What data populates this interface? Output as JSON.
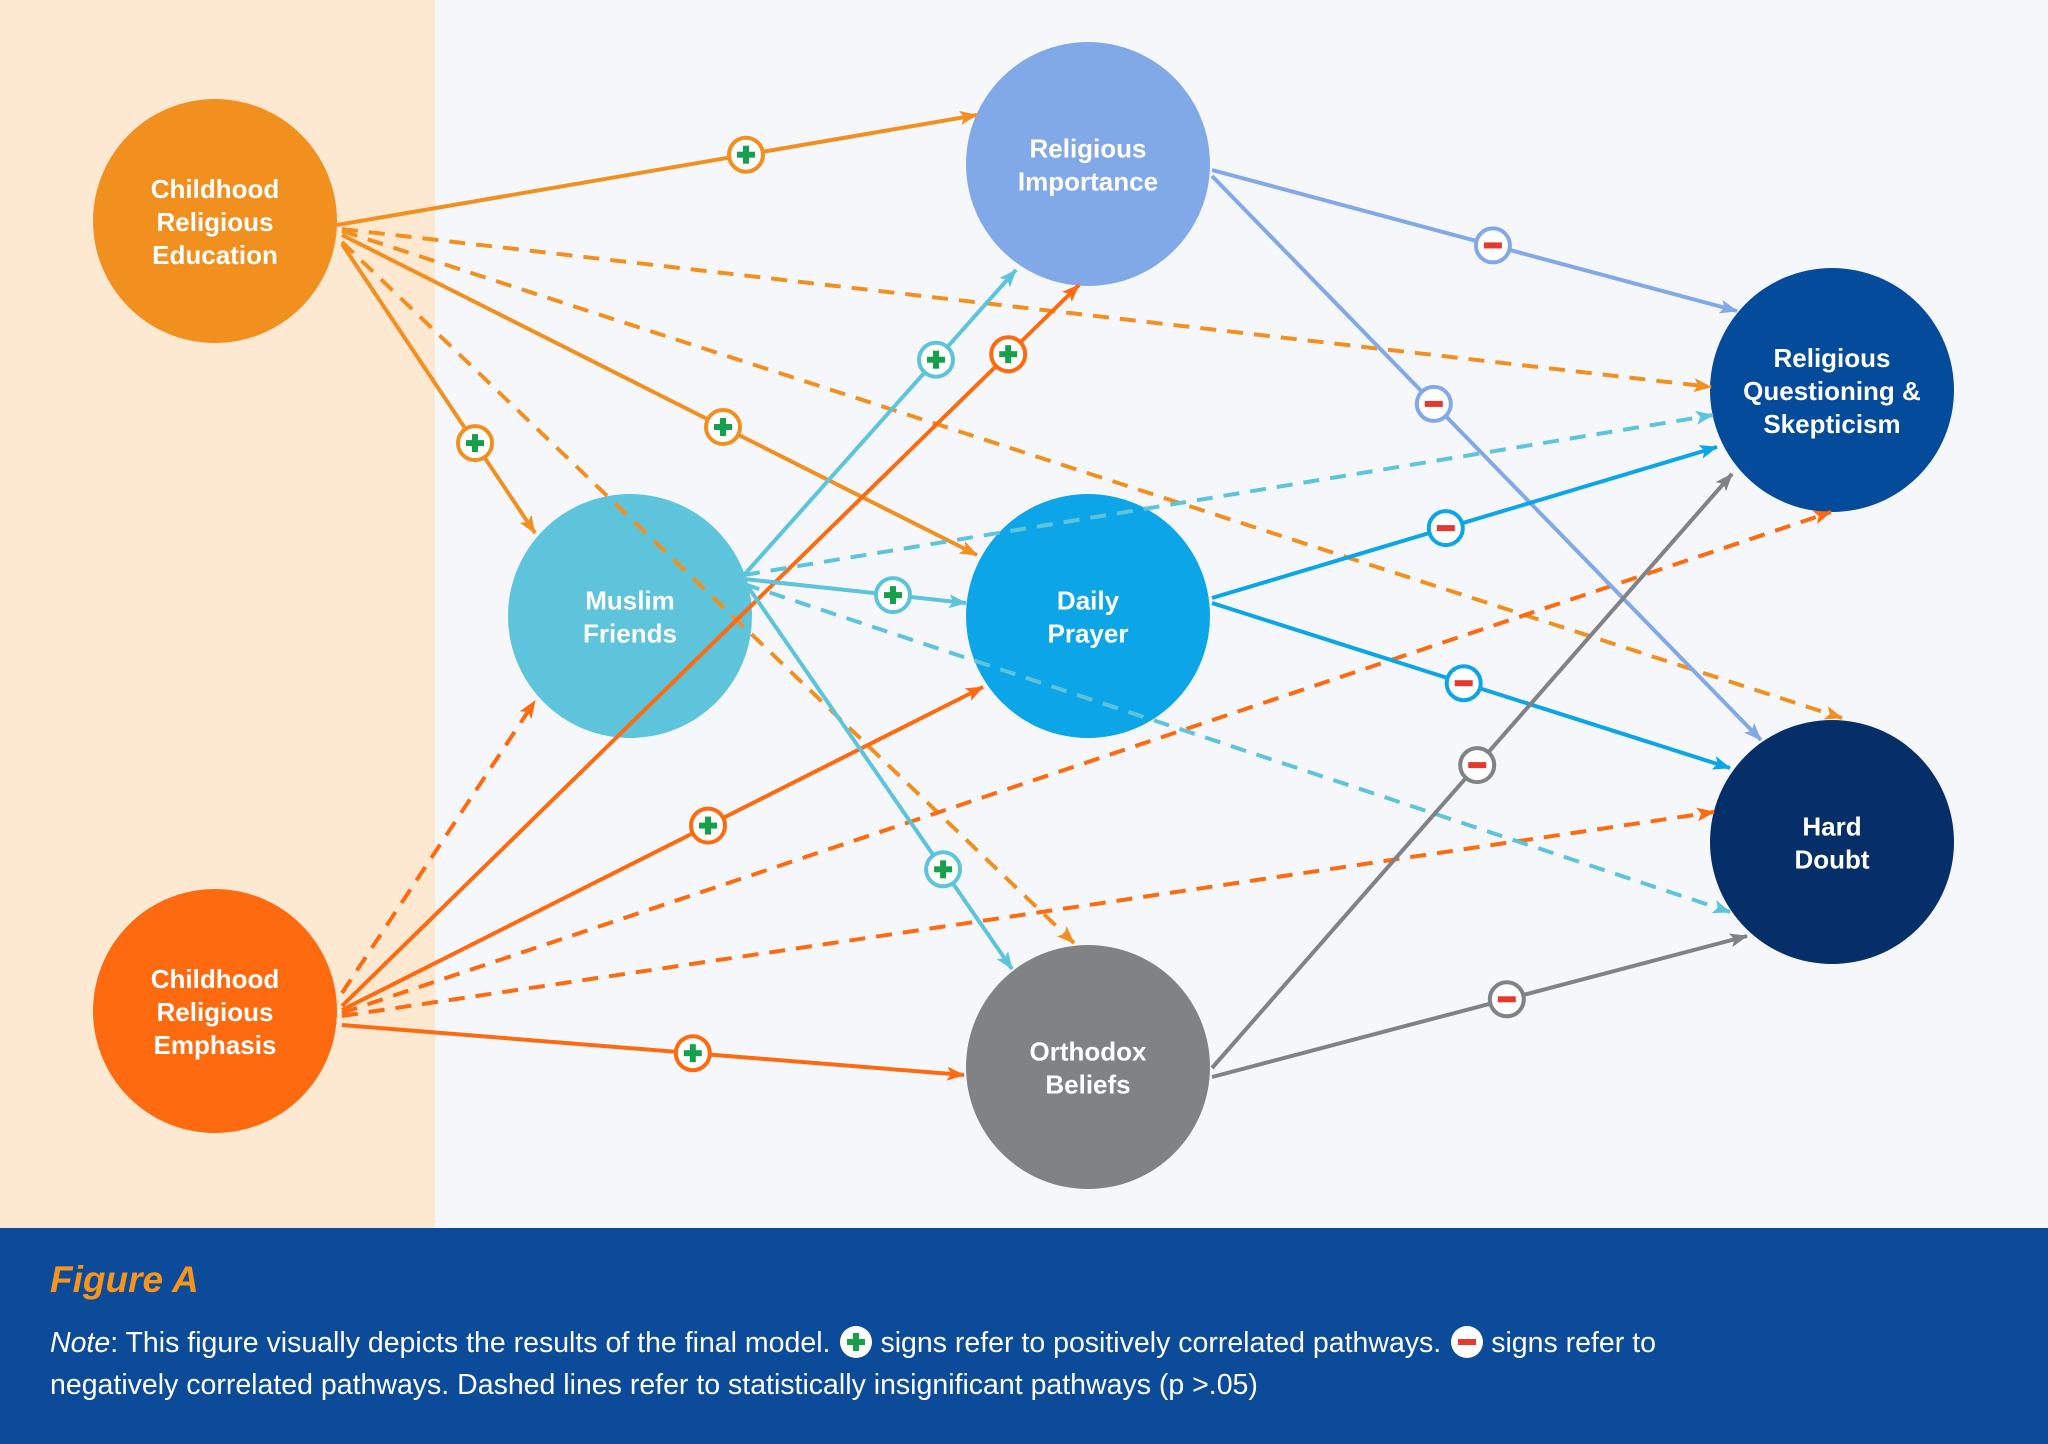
{
  "nodes": [
    {
      "lines": [
        "Childhood",
        "Religious",
        "Education"
      ],
      "color": "#f2901f"
    },
    {
      "lines": [
        "Childhood",
        "Religious",
        "Emphasis"
      ],
      "color": "#fd6a10"
    },
    {
      "lines": [
        "Muslim",
        "Friends"
      ],
      "color": "#5dc4db"
    },
    {
      "lines": [
        "Religious",
        "Importance"
      ],
      "color": "#82a9e7"
    },
    {
      "lines": [
        "Daily",
        "Prayer"
      ],
      "color": "#0ba5e8"
    },
    {
      "lines": [
        "Orthodox",
        "Beliefs"
      ],
      "color": "#808285"
    },
    {
      "lines": [
        "Religious",
        "Questioning &",
        "Skepticism"
      ],
      "color": "#054b9b"
    },
    {
      "lines": [
        "Hard",
        "Doubt"
      ],
      "color": "#062f6a"
    }
  ],
  "edges": [
    {
      "from": 0,
      "to": 3,
      "sign": "+",
      "significant": true
    },
    {
      "from": 0,
      "to": 2,
      "sign": "+",
      "significant": true
    },
    {
      "from": 0,
      "to": 4,
      "sign": "+",
      "significant": true
    },
    {
      "from": 0,
      "to": 6,
      "significant": false
    },
    {
      "from": 0,
      "to": 7,
      "significant": false
    },
    {
      "from": 0,
      "to": 5,
      "significant": false
    },
    {
      "from": 1,
      "to": 2,
      "significant": false
    },
    {
      "from": 1,
      "to": 3,
      "sign": "+",
      "significant": true
    },
    {
      "from": 1,
      "to": 4,
      "sign": "+",
      "significant": true
    },
    {
      "from": 1,
      "to": 6,
      "significant": false
    },
    {
      "from": 1,
      "to": 7,
      "significant": false
    },
    {
      "from": 1,
      "to": 5,
      "sign": "+",
      "significant": true
    },
    {
      "from": 2,
      "to": 3,
      "sign": "+",
      "significant": true
    },
    {
      "from": 2,
      "to": 4,
      "sign": "+",
      "significant": true
    },
    {
      "from": 2,
      "to": 6,
      "significant": false
    },
    {
      "from": 2,
      "to": 5,
      "sign": "+",
      "significant": true
    },
    {
      "from": 2,
      "to": 7,
      "significant": false
    },
    {
      "from": 3,
      "to": 6,
      "sign": "-",
      "significant": true
    },
    {
      "from": 3,
      "to": 7,
      "sign": "-",
      "significant": true
    },
    {
      "from": 4,
      "to": 6,
      "sign": "-",
      "significant": true
    },
    {
      "from": 4,
      "to": 7,
      "sign": "-",
      "significant": true
    },
    {
      "from": 5,
      "to": 6,
      "sign": "-",
      "significant": true
    },
    {
      "from": 5,
      "to": 7,
      "sign": "-",
      "significant": true
    }
  ],
  "colors": {
    "background": "#f6f7fb",
    "left_panel": "#fde8d2",
    "footer": "#0b4b99",
    "figure_label": "#f7941d",
    "plus": "#17a04b",
    "minus": "#e5392e",
    "badge_fill": "#ffffff"
  },
  "caption": {
    "figure_label": "Figure A",
    "note_label": "Note",
    "note_line1_a": ": This figure visually depicts the results of the final model.",
    "note_line1_b": "signs refer to positively correlated pathways.",
    "note_line1_c": "signs refer to",
    "note_line2": "negatively correlated pathways. Dashed lines refer to statistically insignificant pathways (p >.05)"
  }
}
